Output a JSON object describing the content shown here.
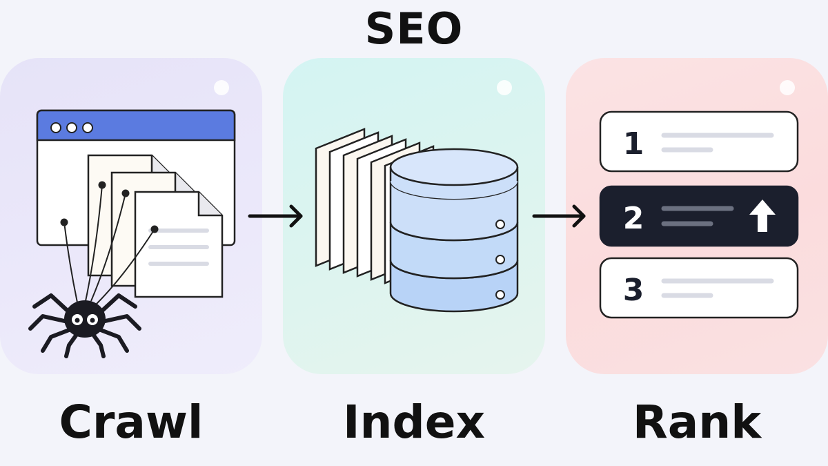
{
  "title": "SEO",
  "stages": [
    {
      "label": "Crawl"
    },
    {
      "label": "Index"
    },
    {
      "label": "Rank"
    }
  ],
  "rank_list": [
    "1",
    "2",
    "3"
  ],
  "icons": {
    "crawl": [
      "browser-window-icon",
      "document-icon",
      "spider-icon"
    ],
    "index": [
      "document-stack-icon",
      "database-icon"
    ],
    "rank": [
      "ranking-list-icon",
      "arrow-up-icon"
    ],
    "flow": [
      "arrow-right-icon"
    ]
  },
  "colors": {
    "crawl_card": "#e9e6f9",
    "index_card": "#daf4f0",
    "rank_card": "#fbe0e1",
    "browser_bar": "#5b7be0",
    "database": "#bcd6f8",
    "highlight_row": "#1b1f2d"
  }
}
